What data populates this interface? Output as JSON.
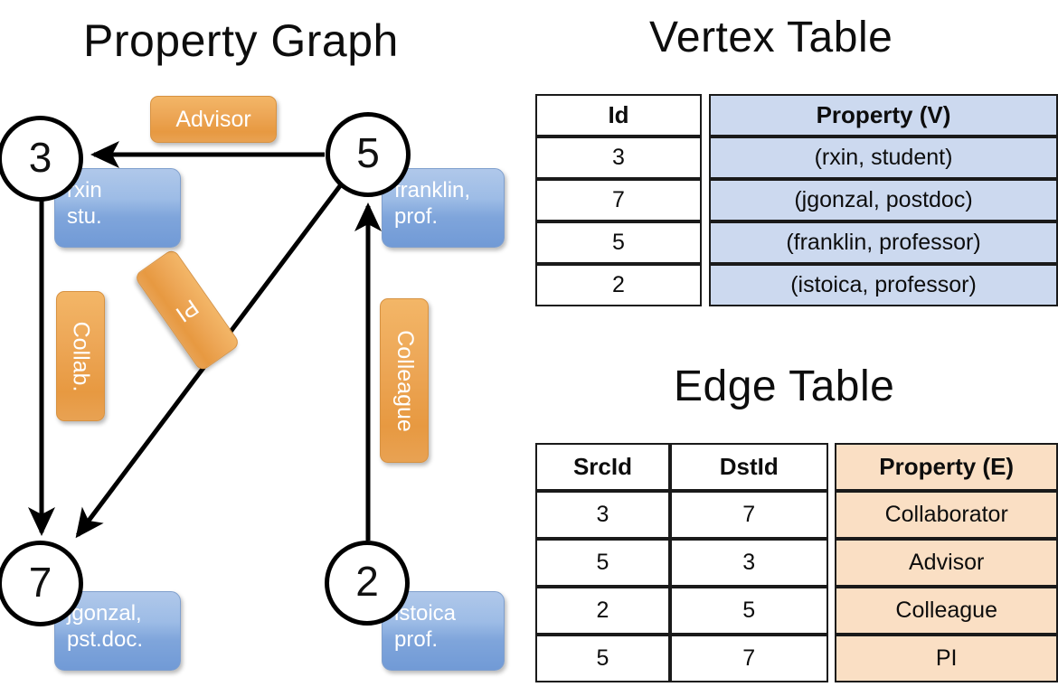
{
  "titles": {
    "property_graph": "Property Graph",
    "vertex_table": "Vertex Table",
    "edge_table": "Edge Table"
  },
  "colors": {
    "vertex_property_fill": "#ccd9ef",
    "edge_property_fill": "#fadfc4",
    "node_property_box": "#7fa5db",
    "edge_label_box": "#e79941",
    "stroke": "#000000",
    "background": "#ffffff"
  },
  "graph": {
    "nodes": [
      {
        "id": "3",
        "property_lines": [
          "rxin",
          "stu."
        ]
      },
      {
        "id": "5",
        "property_lines": [
          "franklin,",
          "prof."
        ]
      },
      {
        "id": "7",
        "property_lines": [
          "jgonzal,",
          "pst.doc."
        ]
      },
      {
        "id": "2",
        "property_lines": [
          "istoica",
          "prof."
        ]
      }
    ],
    "edge_labels": [
      {
        "name": "advisor",
        "text": "Advisor",
        "orientation": "horizontal"
      },
      {
        "name": "collab",
        "text": "Collab.",
        "orientation": "vertical"
      },
      {
        "name": "pi",
        "text": "PI",
        "orientation": "diagonal"
      },
      {
        "name": "colleague",
        "text": "Colleague",
        "orientation": "vertical"
      }
    ],
    "edges": [
      {
        "src": "5",
        "dst": "3",
        "label": "Advisor"
      },
      {
        "src": "3",
        "dst": "7",
        "label": "Collab."
      },
      {
        "src": "5",
        "dst": "7",
        "label": "PI"
      },
      {
        "src": "2",
        "dst": "5",
        "label": "Colleague"
      }
    ]
  },
  "vertex_table": {
    "headers": [
      "Id",
      "Property (V)"
    ],
    "rows": [
      {
        "id": "3",
        "property": "(rxin, student)"
      },
      {
        "id": "7",
        "property": "(jgonzal, postdoc)"
      },
      {
        "id": "5",
        "property": "(franklin, professor)"
      },
      {
        "id": "2",
        "property": "(istoica, professor)"
      }
    ]
  },
  "edge_table": {
    "headers": [
      "SrcId",
      "DstId",
      "Property (E)"
    ],
    "rows": [
      {
        "src": "3",
        "dst": "7",
        "property": "Collaborator"
      },
      {
        "src": "5",
        "dst": "3",
        "property": "Advisor"
      },
      {
        "src": "2",
        "dst": "5",
        "property": "Colleague"
      },
      {
        "src": "5",
        "dst": "7",
        "property": "PI"
      }
    ]
  }
}
